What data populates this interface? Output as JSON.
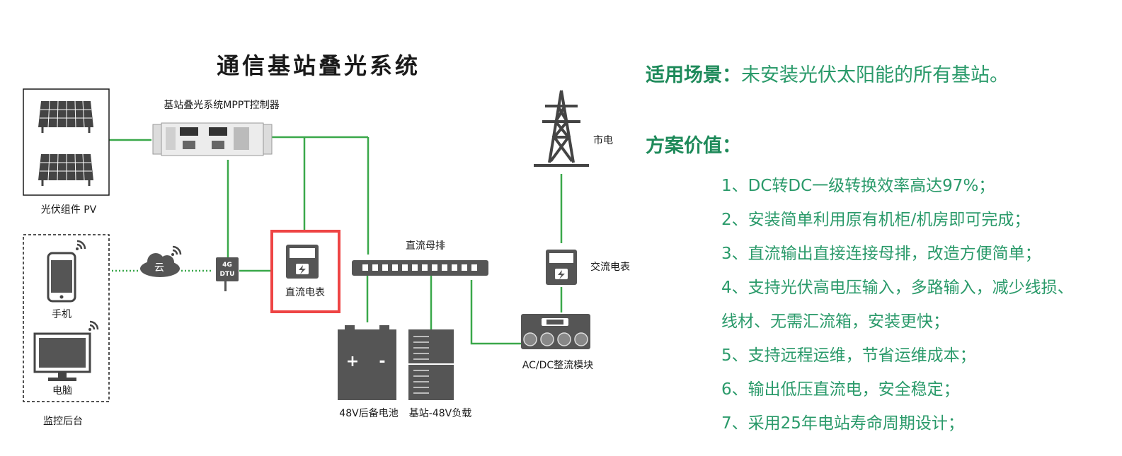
{
  "diagram": {
    "title": "通信基站叠光系统",
    "controller_label": "基站叠光系统MPPT控制器",
    "pv_label": "光伏组件 PV",
    "monitor_label": "监控后台",
    "phone_label": "手机",
    "pc_label": "电脑",
    "cloud_label": "云",
    "dtu_line1": "4G",
    "dtu_line2": "DTU",
    "dc_meter_label": "直流电表",
    "busbar_label": "直流母排",
    "grid_label": "市电",
    "ac_meter_label": "交流电表",
    "rectifier_label": "AC/DC整流模块",
    "battery_label": "48V后备电池",
    "load_label": "基站-48V负载",
    "battery_plus": "+",
    "battery_minus": "-"
  },
  "panel": {
    "scene_title": "适用场景：",
    "scene_text": "未安装光伏太阳能的所有基站。",
    "value_title": "方案价值：",
    "items": [
      "1、DC转DC一级转换效率高达97%；",
      "2、安装简单利用原有机柜/机房即可完成；",
      "3、直流输出直接连接母排，改造方便简单；",
      "4、支持光伏高电压输入，多路输入，减少线损、",
      "线材、无需汇流箱，安装更快；",
      "5、支持远程运维，节省运维成本；",
      "6、输出低压直流电，安全稳定；",
      "7、采用25年电站寿命周期设计；"
    ]
  },
  "colors": {
    "line_green": "#3aa84a",
    "text_green": "#1e8a5a",
    "highlight_red": "#ee4444",
    "device_gray": "#505050"
  }
}
